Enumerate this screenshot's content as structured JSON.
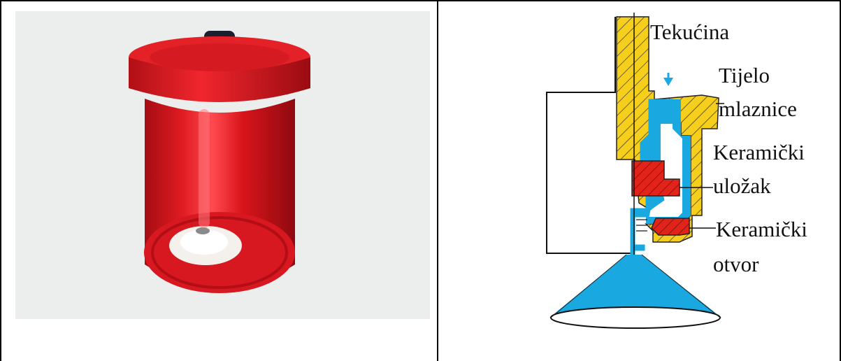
{
  "figure": {
    "labels": {
      "fluid": "Tekućina",
      "body_line1": "Tijelo",
      "body_line2": "mlaznice",
      "insert_line1": "Keramički",
      "insert_line2": "uložak",
      "orifice_line1": "Keramički",
      "orifice_line2": "otvor"
    },
    "colors": {
      "nozzle_red": "#d8141c",
      "photo_background": "#eceeee",
      "body_yellow": "#f5cf1c",
      "ceramic_red": "#e2231a",
      "liquid_blue": "#19a8e0",
      "arrow_blue": "#1aa8e0"
    }
  }
}
